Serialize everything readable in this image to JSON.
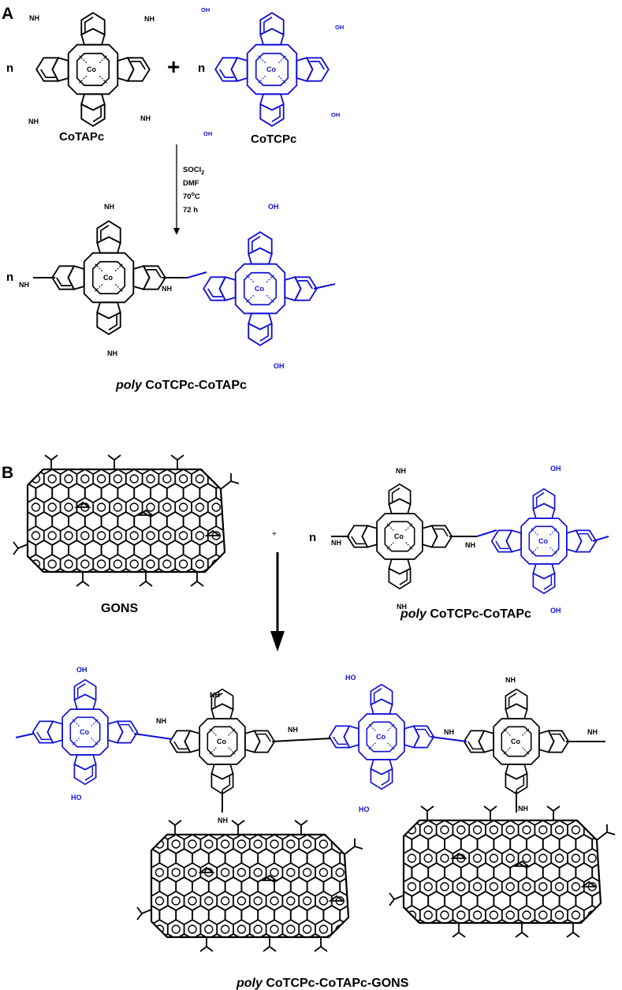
{
  "panels": {
    "a": {
      "letter": "A",
      "stoich_left": "n",
      "stoich_right": "n",
      "plus": "+",
      "reactant_1": "CoTAPc",
      "reactant_2": "CoTCPc",
      "conditions": [
        "SOCl",
        "DMF",
        "70",
        "72 h"
      ],
      "cond_sub_2": "2",
      "cond_sup_o": "o",
      "cond_unit_c": "C",
      "product_stoich": "n",
      "product_prefix": "poly",
      "product_rest": " CoTCPc-CoTAPc"
    },
    "b": {
      "letter": "B",
      "plus": "+",
      "stoich": "n",
      "reactant_1": "GONS",
      "reactant_2_prefix": "poly",
      "reactant_2_rest": " CoTCPc-CoTAPc",
      "product_prefix": "poly",
      "product_rest": " CoTCPc-CoTAPc-GONS"
    }
  },
  "atoms": {
    "cobalt": "Co",
    "nitrogen": "N",
    "amine": "NH",
    "amine_h2": "NH",
    "sub2": "2",
    "oh": "OH",
    "ho": "HO",
    "oxygen": "O",
    "h": "H"
  },
  "colors": {
    "black_unit": "#000000",
    "blue_unit": "#1010d8"
  }
}
